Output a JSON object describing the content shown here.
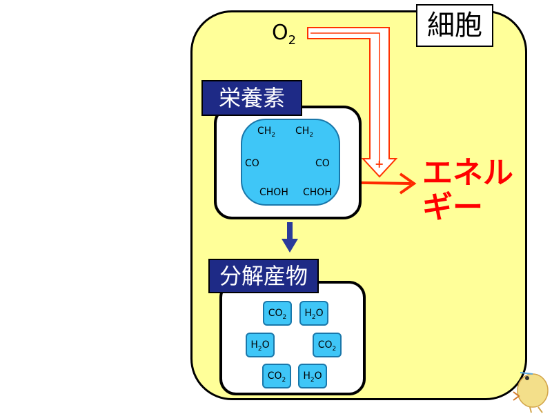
{
  "cell_label": "細胞",
  "oxygen": {
    "base": "O",
    "sub": "2"
  },
  "plus_sign": "+",
  "nutrient_label": "栄養素",
  "molecule": {
    "top_left": {
      "base": "CH",
      "sub": "2"
    },
    "top_right": {
      "base": "CH",
      "sub": "2"
    },
    "mid_left": "CO",
    "mid_right": "CO",
    "bottom_left": "CHOH",
    "bottom_right": "CHOH"
  },
  "energy_label": {
    "line1": "エネル",
    "line2": "ギー"
  },
  "products_label": "分解産物",
  "products": [
    {
      "base": "CO",
      "sub": "2",
      "tail": ""
    },
    {
      "base": "H",
      "sub": "2",
      "tail": "O"
    },
    {
      "base": "H",
      "sub": "2",
      "tail": "O"
    },
    {
      "base": "CO",
      "sub": "2",
      "tail": ""
    },
    {
      "base": "CO",
      "sub": "2",
      "tail": ""
    },
    {
      "base": "H",
      "sub": "2",
      "tail": "O"
    }
  ],
  "colors": {
    "cell_fill": "#ffff99",
    "label_fill": "#1e2a86",
    "molecule_fill": "#3fc6f7",
    "bond": "#ff4000",
    "energy": "#ff0000",
    "arrow_down": "#2a3a9a"
  }
}
